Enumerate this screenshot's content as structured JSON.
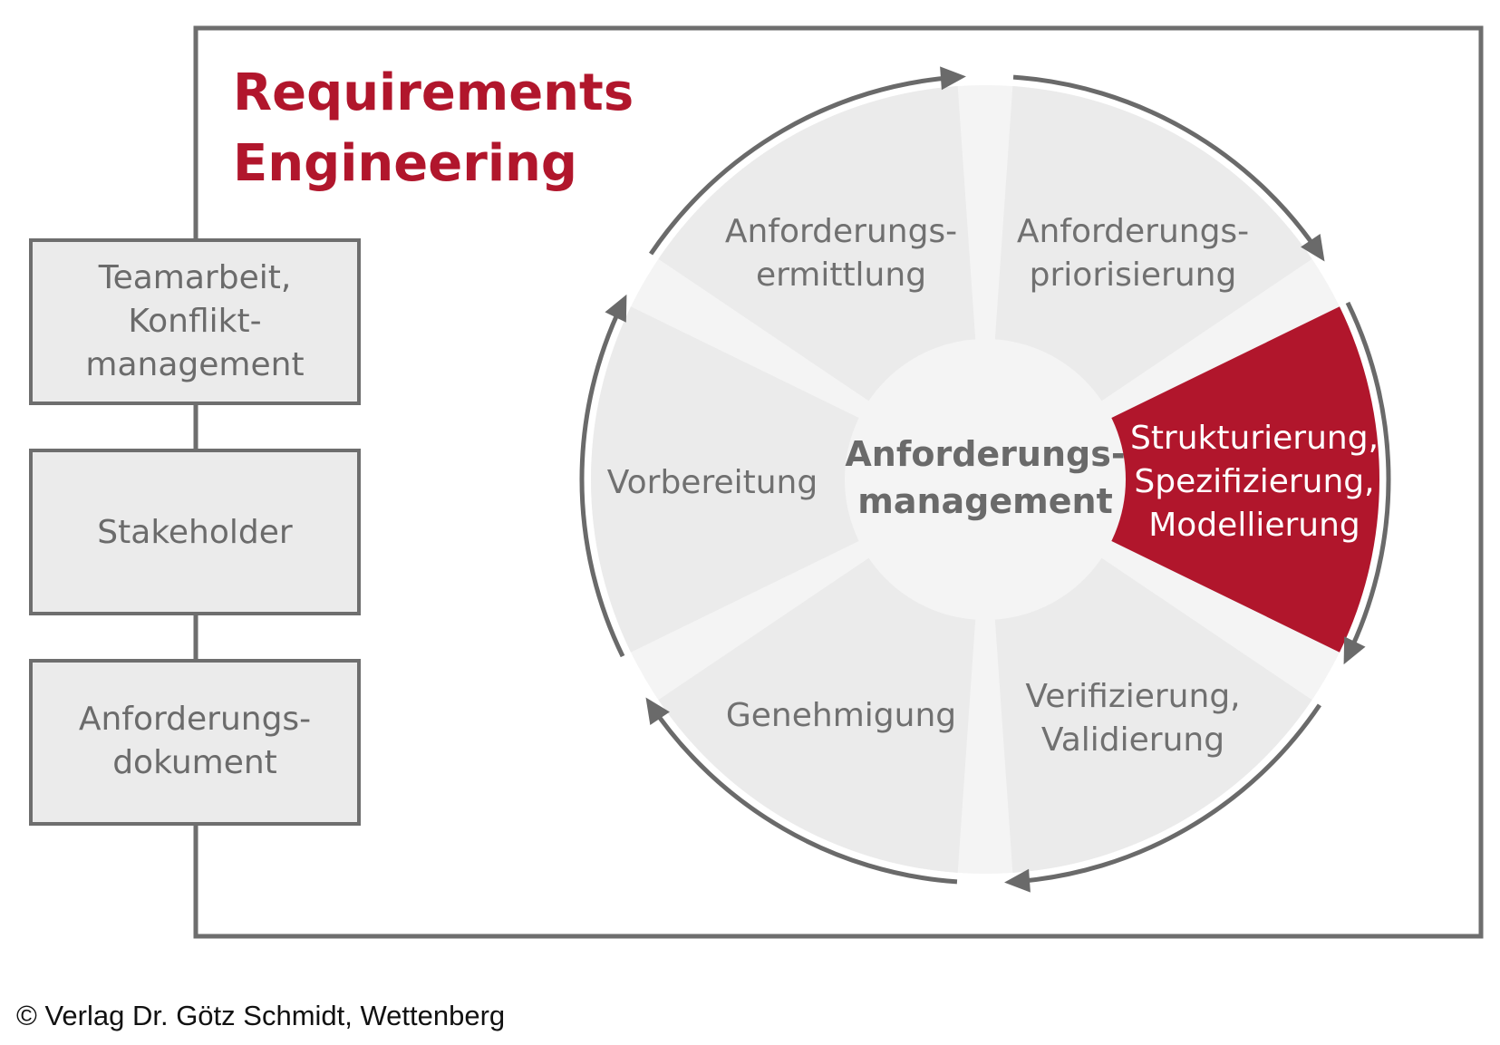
{
  "title": {
    "line1": "Requirements",
    "line2": "Engineering"
  },
  "colors": {
    "accent": "#b1162c",
    "segment_fill": "#ebebeb",
    "gap_fill": "#f4f4f4",
    "border": "#6e6e6e",
    "arrow": "#6a6a6a"
  },
  "side_boxes": [
    {
      "lines": [
        "Teamarbeit,",
        "Konflikt-",
        "management"
      ]
    },
    {
      "lines": [
        "Stakeholder"
      ]
    },
    {
      "lines": [
        "Anforderungs-",
        "dokument"
      ]
    }
  ],
  "center": {
    "line1": "Anforderungs-",
    "line2": "management"
  },
  "segments": [
    {
      "lines": [
        "Anforderungs-",
        "ermittlung"
      ],
      "active": false
    },
    {
      "lines": [
        "Anforderungs-",
        "priorisierung"
      ],
      "active": false
    },
    {
      "lines": [
        "Strukturierung,",
        "Spezifizierung,",
        "Modellierung"
      ],
      "active": true
    },
    {
      "lines": [
        "Verifizierung,",
        "Validierung"
      ],
      "active": false
    },
    {
      "lines": [
        "Genehmigung"
      ],
      "active": false
    },
    {
      "lines": [
        "Vorbereitung"
      ],
      "active": false
    }
  ],
  "copyright": "© Verlag Dr. Götz Schmidt, Wettenberg"
}
